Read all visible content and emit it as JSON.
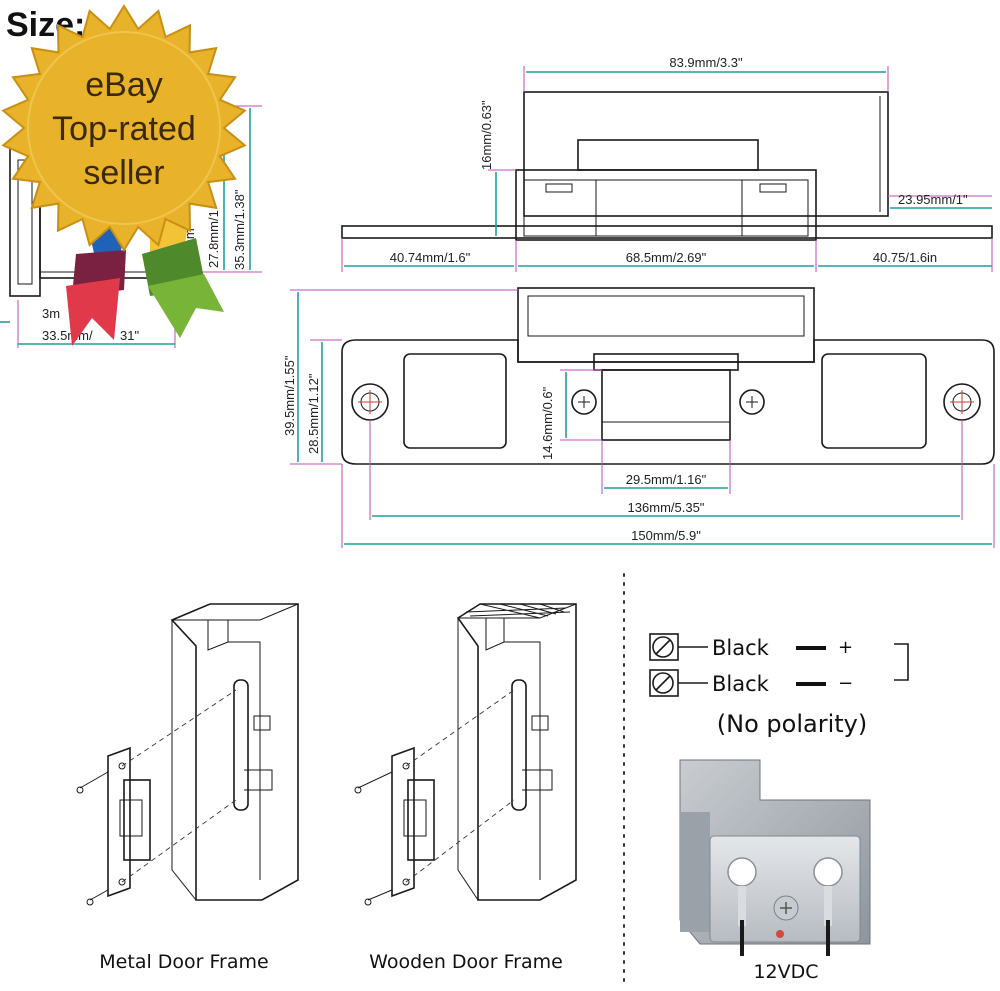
{
  "heading": "Size:",
  "badge": {
    "line1": "eBay",
    "line2": "Top-rated",
    "line3": "seller"
  },
  "side_view_dims": {
    "height_outer": "35.3mm/1.38\"",
    "height_inner": "27.8mm/1",
    "partial": "mm",
    "thickness": "3m",
    "width": "33.5mm/",
    "width_tail": "31\""
  },
  "top_view_dims": {
    "housing_width": "83.9mm/3.3\"",
    "housing_depth": "16mm/0.63\"",
    "right_offset": "23.95mm/1\"",
    "left_flange": "40.74mm/1.6\"",
    "center_body": "68.5mm/2.69\"",
    "right_flange": "40.75/1.6in"
  },
  "front_view_dims": {
    "plate_height": "39.5mm/1.55\"",
    "body_height": "28.5mm/1.12\"",
    "latch_height": "14.6mm/0.6\"",
    "latch_width": "29.5mm/1.16\"",
    "hole_spacing": "136mm/5.35\"",
    "overall_length": "150mm/5.9\""
  },
  "installs": {
    "metal": "Metal Door Frame",
    "wooden": "Wooden Door Frame"
  },
  "wiring": {
    "wire1_color": "Black",
    "wire1_sign": "+",
    "wire2_color": "Black",
    "wire2_sign": "−",
    "note": "(No polarity)",
    "voltage": "12VDC"
  },
  "colors": {
    "dimension_line": "#1aa39a",
    "extension_line": "#c24bb8",
    "badge_gold": "#e8b22a",
    "ribbon_blue": "#1f62b8",
    "ribbon_red": "#e03a4a",
    "ribbon_green": "#78b438",
    "ribbon_maroon": "#7a2040"
  }
}
